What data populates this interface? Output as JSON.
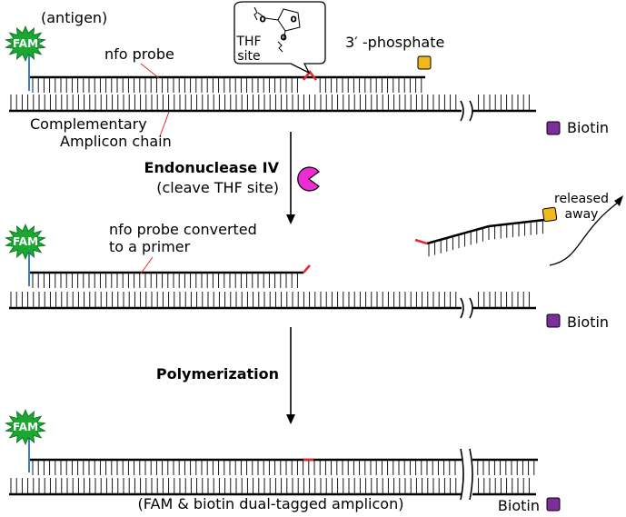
{
  "labels": {
    "antigen": "(antigen)",
    "fam": "FAM",
    "nfo_probe": "nfo probe",
    "thf_site": [
      "THF",
      "site"
    ],
    "phosphate": "3′ -phosphate",
    "complementary": [
      "Complementary",
      "Amplicon chain"
    ],
    "biotin": "Biotin",
    "endonuclease": "Endonuclease IV",
    "cleave": "(cleave THF site)",
    "converted": [
      "nfo probe converted",
      "to a primer"
    ],
    "released": [
      "released",
      "away"
    ],
    "polymerization": "Polymerization",
    "dual_tagged": "(FAM & biotin dual-tagged amplicon)"
  },
  "colors": {
    "fam_star": "#1aa832",
    "fam_star_stroke": "#0e7a22",
    "phosphate": "#f1b81c",
    "biotin": "#7b2e9c",
    "enzyme": "#ee2cd6",
    "thf_mark": "#e8282b",
    "antigen_link": "#3a7fd0",
    "leader": "#e8282b"
  },
  "icons": {
    "fam": "fam-star-icon",
    "phosphate": "phosphate-square-icon",
    "biotin": "biotin-square-icon",
    "enzyme": "endonuclease-pacman-icon",
    "thf": "thf-structure-icon"
  }
}
